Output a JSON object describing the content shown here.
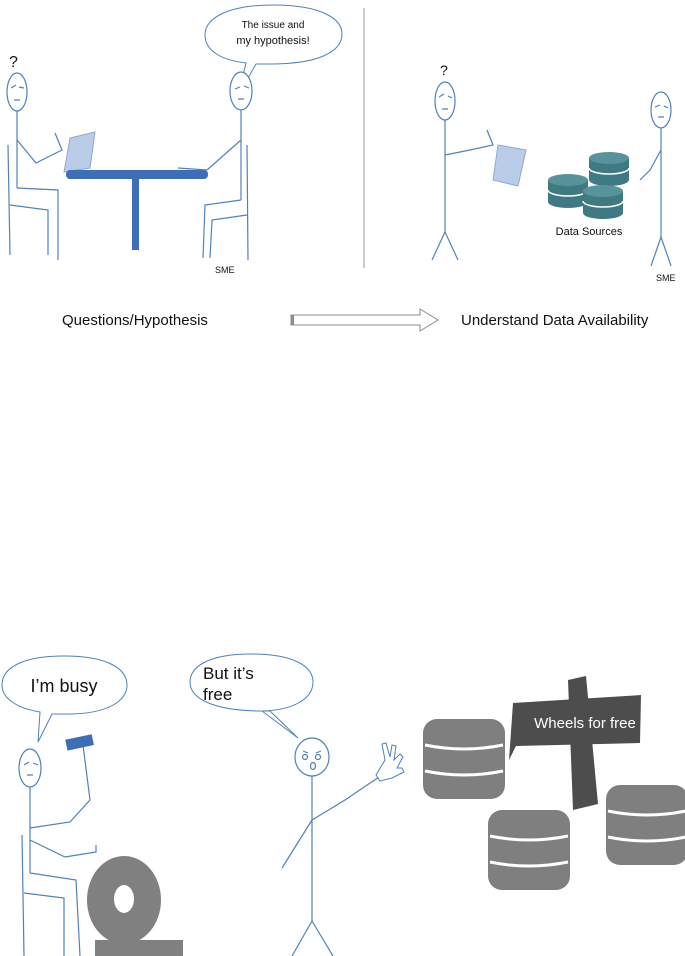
{
  "top_left": {
    "question_mark": "?",
    "speech_line1": "The issue and",
    "speech_line2": "my hypothesis!",
    "sme_label": "SME",
    "caption": "Questions/Hypothesis"
  },
  "top_right": {
    "question_mark": "?",
    "data_sources_label": "Data Sources",
    "sme_label": "SME",
    "caption": "Understand Data Availability"
  },
  "bottom": {
    "speech_left": "I’m busy",
    "speech_right_line1": "But it’s",
    "speech_right_line2": "free",
    "sign_text": "Wheels for free"
  },
  "colors": {
    "stick_figure": "#4f81bd",
    "table_blue": "#3d6fb8",
    "paper": "#b9cde8",
    "database_teal": "#3f7a82",
    "database_gray": "#808080",
    "sign_dark": "#4d4d4d",
    "divider": "#999999"
  }
}
